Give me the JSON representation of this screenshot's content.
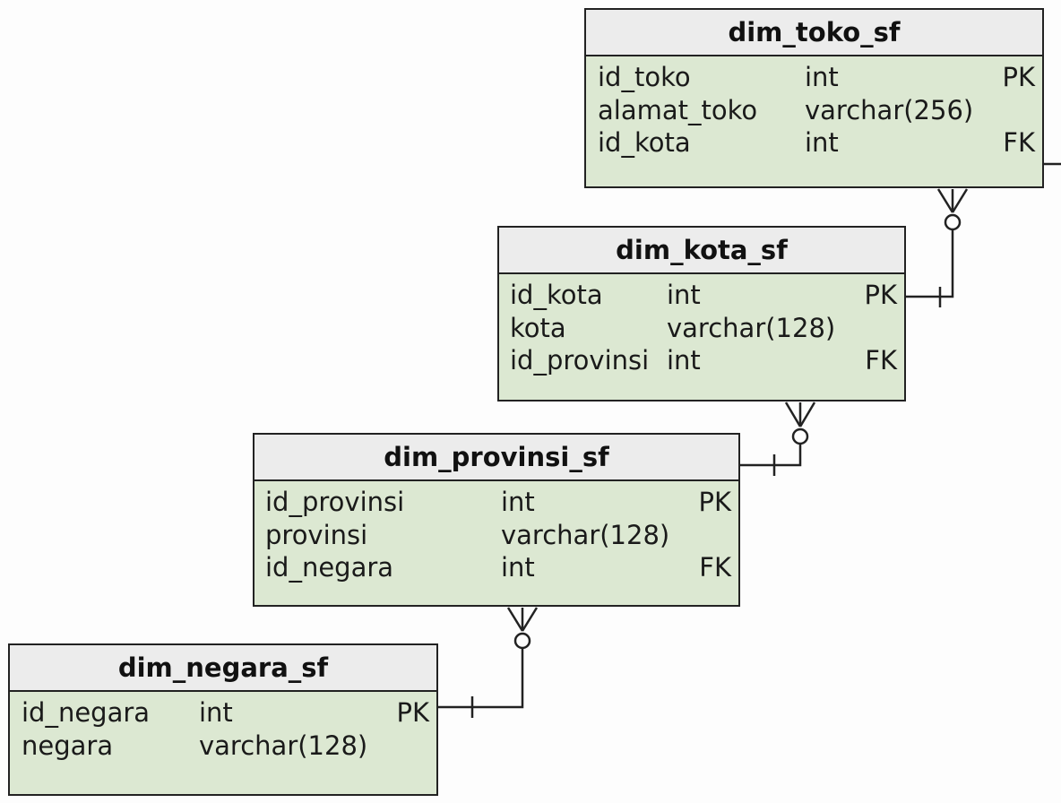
{
  "entities": {
    "toko": {
      "name": "dim_toko_sf",
      "columns": [
        {
          "name": "id_toko",
          "type": "int",
          "key": "PK"
        },
        {
          "name": "alamat_toko",
          "type": "varchar(256)",
          "key": ""
        },
        {
          "name": "id_kota",
          "type": "int",
          "key": "FK"
        }
      ]
    },
    "kota": {
      "name": "dim_kota_sf",
      "columns": [
        {
          "name": "id_kota",
          "type": "int",
          "key": "PK"
        },
        {
          "name": "kota",
          "type": "varchar(128)",
          "key": ""
        },
        {
          "name": "id_provinsi",
          "type": "int",
          "key": "FK"
        }
      ]
    },
    "provinsi": {
      "name": "dim_provinsi_sf",
      "columns": [
        {
          "name": "id_provinsi",
          "type": "int",
          "key": "PK"
        },
        {
          "name": "provinsi",
          "type": "varchar(128)",
          "key": ""
        },
        {
          "name": "id_negara",
          "type": "int",
          "key": "FK"
        }
      ]
    },
    "negara": {
      "name": "dim_negara_sf",
      "columns": [
        {
          "name": "id_negara",
          "type": "int",
          "key": "PK"
        },
        {
          "name": "negara",
          "type": "varchar(128)",
          "key": ""
        }
      ]
    }
  },
  "relationships": [
    {
      "from": "dim_toko_sf",
      "to": "dim_kota_sf",
      "notation": "zero-or-many to exactly-one"
    },
    {
      "from": "dim_kota_sf",
      "to": "dim_provinsi_sf",
      "notation": "zero-or-many to exactly-one"
    },
    {
      "from": "dim_provinsi_sf",
      "to": "dim_negara_sf",
      "notation": "zero-or-many to exactly-one"
    }
  ],
  "colors": {
    "entity_body": "#dce8d2",
    "entity_header": "#ececec",
    "border": "#222222",
    "background": "#fdfdfd"
  }
}
